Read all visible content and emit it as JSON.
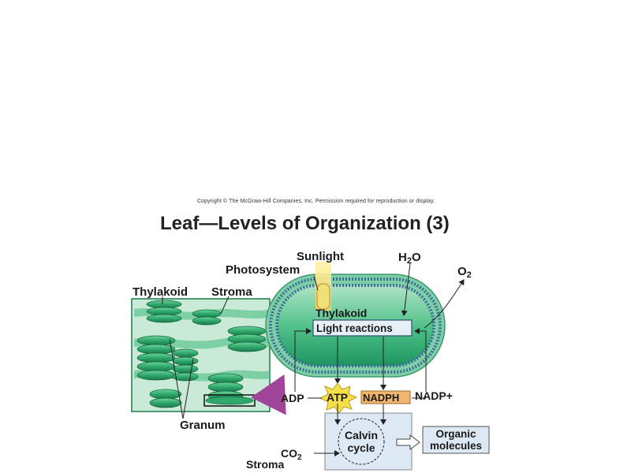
{
  "copyright": "Copyright © The McGraw-Hill Companies, Inc. Permission required for reproduction or display.",
  "title": "Leaf—Levels of Organization (3)",
  "labels": {
    "thylakoid_left": "Thylakoid",
    "stroma_top": "Stroma",
    "granum": "Granum",
    "sunlight": "Sunlight",
    "photosystem": "Photosystem",
    "h2o_main": "H",
    "h2o_sub": "2",
    "h2o_end": "O",
    "o2_main": "O",
    "o2_sub": "2",
    "thylakoid_inner": "Thylakoid",
    "light_reactions": "Light reactions",
    "adp": "ADP",
    "atp": "ATP",
    "nadph": "NADPH",
    "nadp": "NADP+",
    "calvin_line1": "Calvin",
    "calvin_line2": "cycle",
    "organic_line1": "Organic",
    "organic_line2": "molecules",
    "co2_main": "CO",
    "co2_sub": "2",
    "stroma_bottom": "Stroma"
  },
  "colors": {
    "green_dark": "#1f8a55",
    "green_mid": "#3fb57a",
    "green_light": "#a8dfc0",
    "membrane": "#3a6f9a",
    "box_fill": "#dce8f3",
    "nadph_fill": "#f2b56e",
    "atp_fill": "#f6e04a"
  }
}
